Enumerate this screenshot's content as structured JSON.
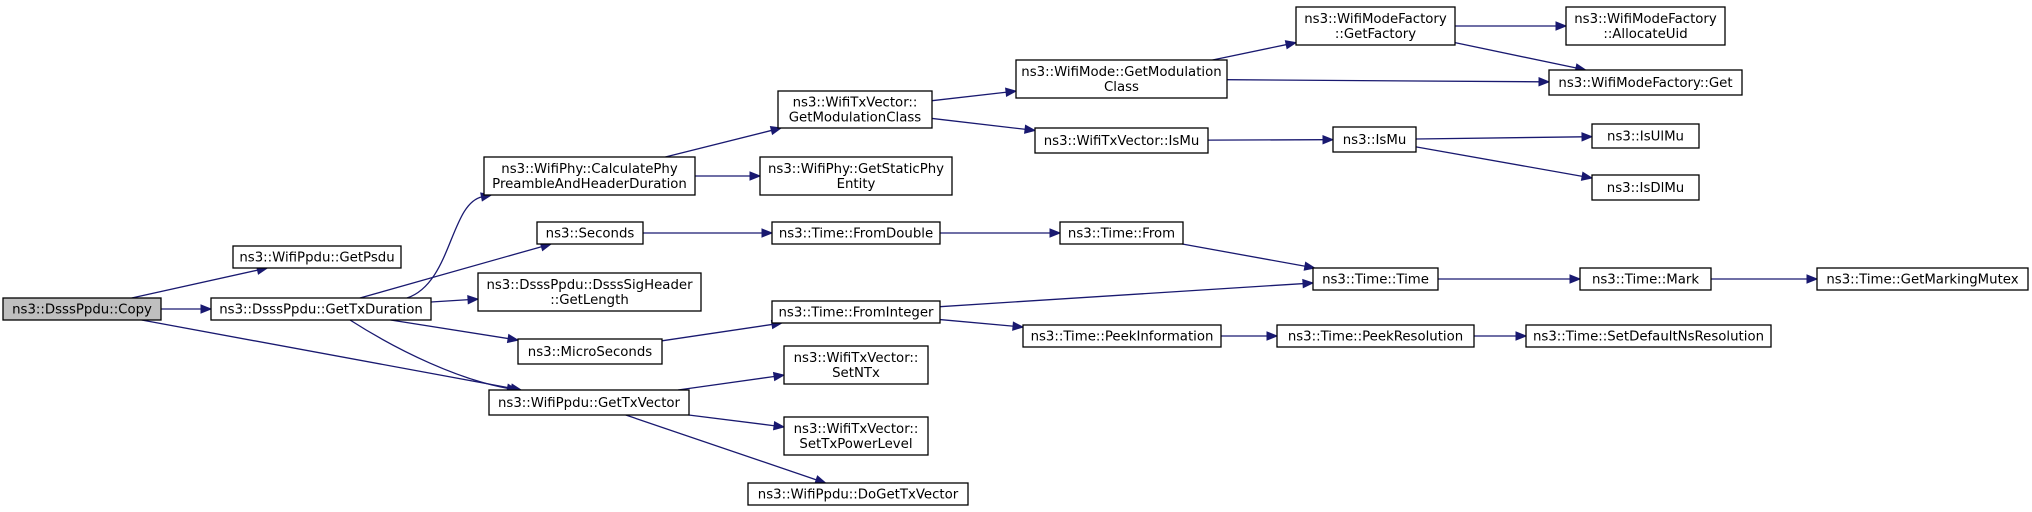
{
  "nodes": [
    {
      "id": "copy",
      "lines": [
        "ns3::DsssPpdu::Copy"
      ],
      "root": true
    },
    {
      "id": "getpsdu",
      "lines": [
        "ns3::WifiPpdu::GetPsdu"
      ]
    },
    {
      "id": "gettxduration",
      "lines": [
        "ns3::DsssPpdu::GetTxDuration"
      ]
    },
    {
      "id": "gettxvector",
      "lines": [
        "ns3::WifiPpdu::GetTxVector"
      ]
    },
    {
      "id": "calcphy",
      "lines": [
        "ns3::WifiPhy::CalculatePhy",
        "PreambleAndHeaderDuration"
      ]
    },
    {
      "id": "seconds",
      "lines": [
        "ns3::Seconds"
      ]
    },
    {
      "id": "siggetlength",
      "lines": [
        "ns3::DsssPpdu::DsssSigHeader",
        "::GetLength"
      ]
    },
    {
      "id": "microseconds",
      "lines": [
        "ns3::MicroSeconds"
      ]
    },
    {
      "id": "txv_getmod",
      "lines": [
        "ns3::WifiTxVector::",
        "GetModulationClass"
      ]
    },
    {
      "id": "getstaticphy",
      "lines": [
        "ns3::WifiPhy::GetStaticPhy",
        "Entity"
      ]
    },
    {
      "id": "fromdouble",
      "lines": [
        "ns3::Time::FromDouble"
      ]
    },
    {
      "id": "frominteger",
      "lines": [
        "ns3::Time::FromInteger"
      ]
    },
    {
      "id": "setntx",
      "lines": [
        "ns3::WifiTxVector::",
        "SetNTx"
      ]
    },
    {
      "id": "settxpower",
      "lines": [
        "ns3::WifiTxVector::",
        "SetTxPowerLevel"
      ]
    },
    {
      "id": "dogettxvector",
      "lines": [
        "ns3::WifiPpdu::DoGetTxVector"
      ]
    },
    {
      "id": "mode_getmod",
      "lines": [
        "ns3::WifiMode::GetModulation",
        "Class"
      ]
    },
    {
      "id": "txv_ismu",
      "lines": [
        "ns3::WifiTxVector::IsMu"
      ]
    },
    {
      "id": "time_from",
      "lines": [
        "ns3::Time::From"
      ]
    },
    {
      "id": "peekinfo",
      "lines": [
        "ns3::Time::PeekInformation"
      ]
    },
    {
      "id": "getfactory",
      "lines": [
        "ns3::WifiModeFactory",
        "::GetFactory"
      ]
    },
    {
      "id": "ismu",
      "lines": [
        "ns3::IsMu"
      ]
    },
    {
      "id": "time_time",
      "lines": [
        "ns3::Time::Time"
      ]
    },
    {
      "id": "peekres",
      "lines": [
        "ns3::Time::PeekResolution"
      ]
    },
    {
      "id": "allocuid",
      "lines": [
        "ns3::WifiModeFactory",
        "::AllocateUid"
      ]
    },
    {
      "id": "factoryget",
      "lines": [
        "ns3::WifiModeFactory::Get"
      ]
    },
    {
      "id": "isulmu",
      "lines": [
        "ns3::IsUlMu"
      ]
    },
    {
      "id": "isdlmu",
      "lines": [
        "ns3::IsDlMu"
      ]
    },
    {
      "id": "mark",
      "lines": [
        "ns3::Time::Mark"
      ]
    },
    {
      "id": "setdefres",
      "lines": [
        "ns3::Time::SetDefaultNsResolution"
      ]
    },
    {
      "id": "getmarkmutex",
      "lines": [
        "ns3::Time::GetMarkingMutex"
      ]
    }
  ],
  "edges": [
    [
      "copy",
      "getpsdu"
    ],
    [
      "copy",
      "gettxduration"
    ],
    [
      "copy",
      "gettxvector"
    ],
    [
      "gettxduration",
      "calcphy"
    ],
    [
      "gettxduration",
      "seconds"
    ],
    [
      "gettxduration",
      "siggetlength"
    ],
    [
      "gettxduration",
      "microseconds"
    ],
    [
      "gettxduration",
      "gettxvector"
    ],
    [
      "calcphy",
      "txv_getmod"
    ],
    [
      "calcphy",
      "getstaticphy"
    ],
    [
      "seconds",
      "fromdouble"
    ],
    [
      "microseconds",
      "frominteger"
    ],
    [
      "gettxvector",
      "setntx"
    ],
    [
      "gettxvector",
      "settxpower"
    ],
    [
      "gettxvector",
      "dogettxvector"
    ],
    [
      "txv_getmod",
      "mode_getmod"
    ],
    [
      "txv_getmod",
      "txv_ismu"
    ],
    [
      "fromdouble",
      "time_from"
    ],
    [
      "frominteger",
      "time_time"
    ],
    [
      "frominteger",
      "peekinfo"
    ],
    [
      "mode_getmod",
      "getfactory"
    ],
    [
      "mode_getmod",
      "factoryget"
    ],
    [
      "txv_ismu",
      "ismu"
    ],
    [
      "time_from",
      "time_time"
    ],
    [
      "peekinfo",
      "peekres"
    ],
    [
      "getfactory",
      "allocuid"
    ],
    [
      "getfactory",
      "factoryget"
    ],
    [
      "ismu",
      "isulmu"
    ],
    [
      "ismu",
      "isdlmu"
    ],
    [
      "time_time",
      "mark"
    ],
    [
      "peekres",
      "setdefres"
    ],
    [
      "mark",
      "getmarkmutex"
    ]
  ],
  "colors": {
    "edge": "#191970",
    "root_fill": "#bfbfbf",
    "node_fill": "#ffffff",
    "node_stroke": "#000000"
  }
}
